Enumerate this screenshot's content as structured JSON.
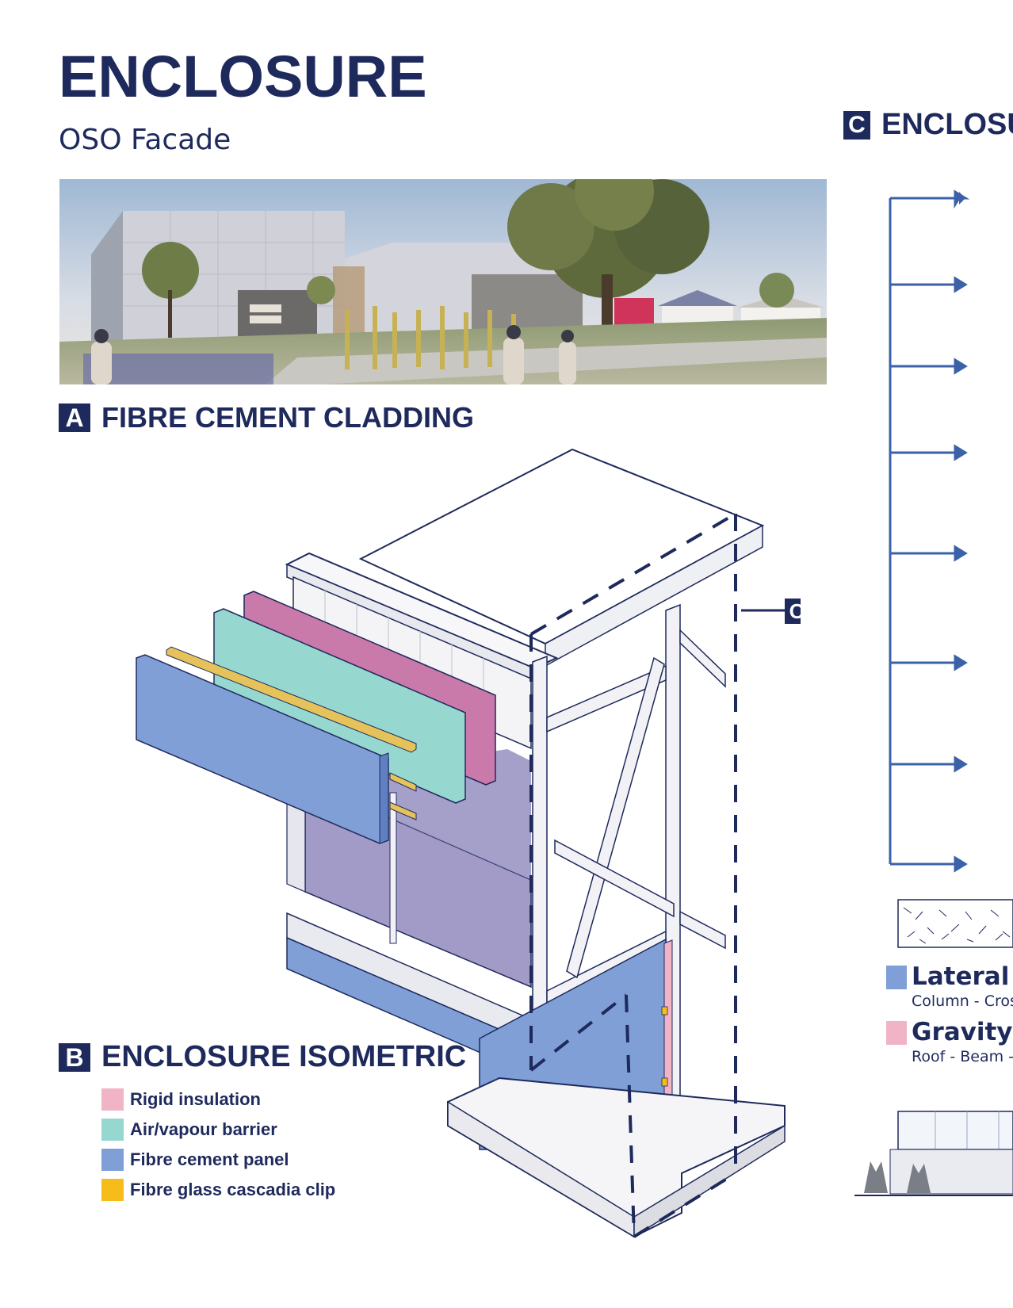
{
  "header": {
    "title": "ENCLOSURE",
    "subtitle": "OSO Facade"
  },
  "sections": {
    "a": {
      "letter": "A",
      "title": "FIBRE CEMENT CLADDING"
    },
    "b": {
      "letter": "B",
      "title": "ENCLOSURE ISOMETRIC"
    },
    "c": {
      "letter": "C",
      "title": "ENCLOSU"
    }
  },
  "callout_c": "C",
  "legend": [
    {
      "label": "Rigid insulation",
      "color": "#f0b4c6"
    },
    {
      "label": "Air/vapour barrier",
      "color": "#96d8d0"
    },
    {
      "label": "Fibre cement panel",
      "color": "#7f9fd6"
    },
    {
      "label": "Fibre glass cascadia clip",
      "color": "#f6bd1a"
    }
  ],
  "load_legend": [
    {
      "title": "Lateral lo",
      "subtitle": "Column - Cros",
      "color": "#7f9fd6"
    },
    {
      "title": "Gravity lo",
      "subtitle": "Roof - Beam -",
      "color": "#f0b4c6"
    }
  ],
  "colors": {
    "navy": "#1f2a5c",
    "arrow_blue": "#3b62a8",
    "panel_blue": "#7f9fd6",
    "panel_teal": "#96d8d0",
    "panel_pink": "#c97aaa",
    "clip_gold": "#e6c25a",
    "interior_lavender": "#a29bc8"
  }
}
